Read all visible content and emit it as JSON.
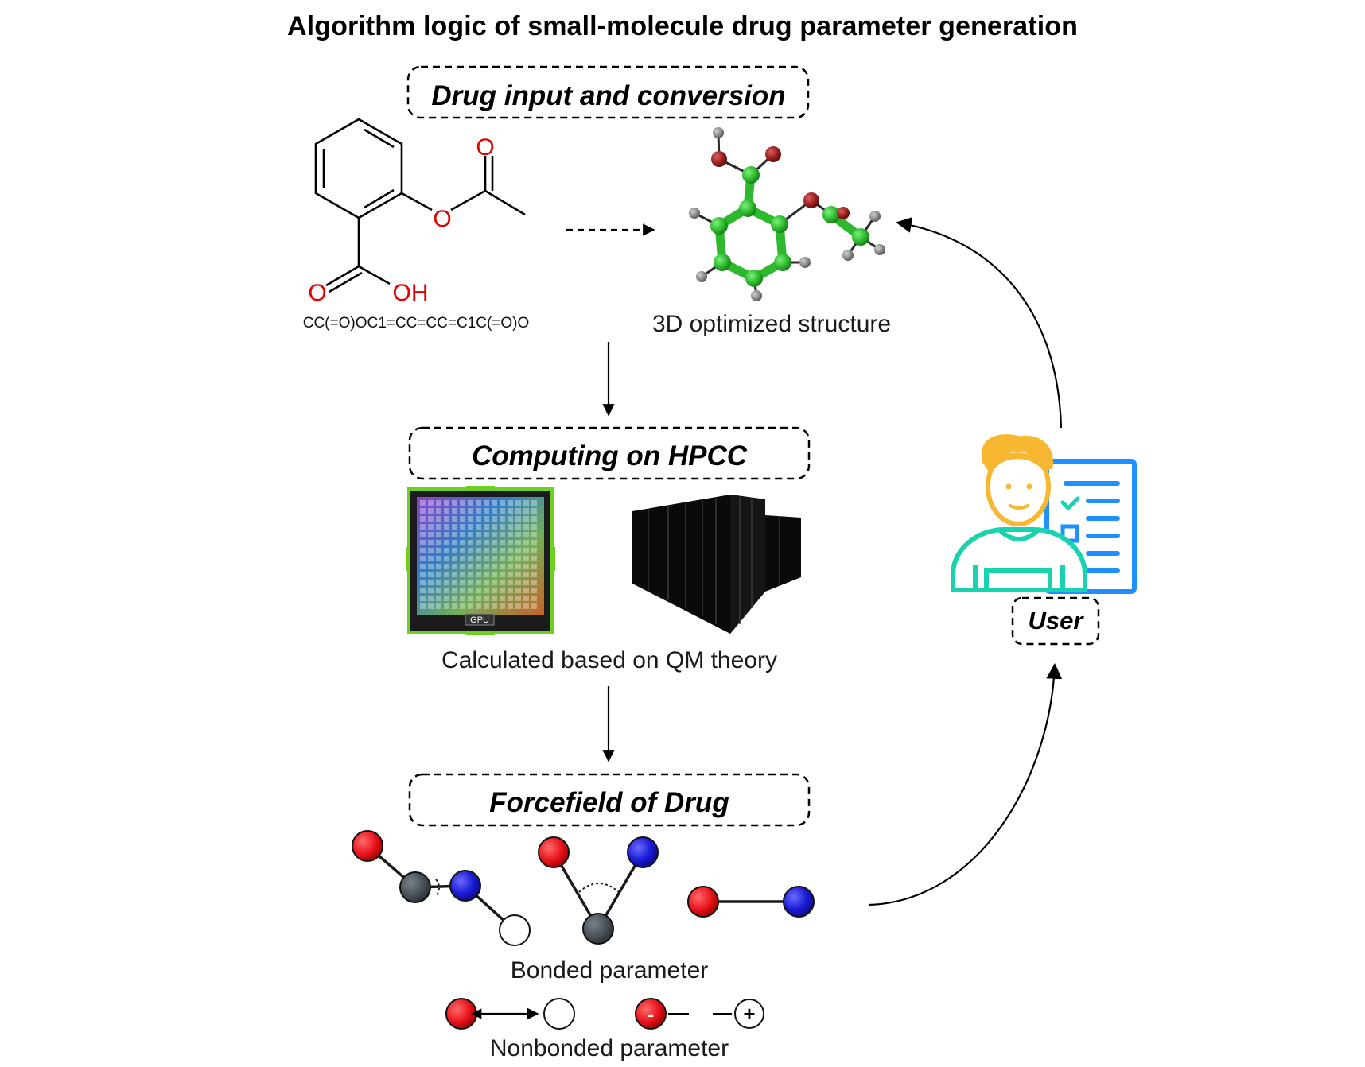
{
  "title": "Algorithm logic of small-molecule drug parameter generation",
  "sections": {
    "input": {
      "title": "Drug input and conversion",
      "smiles": "CC(=O)OC1=CC=CC=C1C(=O)O",
      "atom_label_o": "O",
      "atom_label_oh": "OH",
      "structure_caption": "3D optimized structure"
    },
    "compute": {
      "title": "Computing on HPCC",
      "gpu_label": "GPU",
      "caption": "Calculated based on QM theory"
    },
    "forcefield": {
      "title": "Forcefield of Drug",
      "bonded_caption": "Bonded parameter",
      "nonbonded_caption": "Nonbonded parameter",
      "negative_sign": "-",
      "positive_sign": "+"
    },
    "user": {
      "label": "User"
    }
  },
  "colors": {
    "oxygen_red": "#e00000",
    "atom_red": "#e8141c",
    "atom_blue": "#1a1ad6",
    "atom_gray": "#4a5158",
    "carbon_green": "#2db82d",
    "user_cyan": "#19d3b0",
    "user_yellow": "#f7b731",
    "doc_blue": "#1e90ff",
    "gpu_green": "#6fcf1f"
  },
  "icons": [
    "aspirin-2d-structure-icon",
    "molecule-3d-icon",
    "gpu-chip-icon",
    "server-rack-icon",
    "user-with-document-icon"
  ]
}
